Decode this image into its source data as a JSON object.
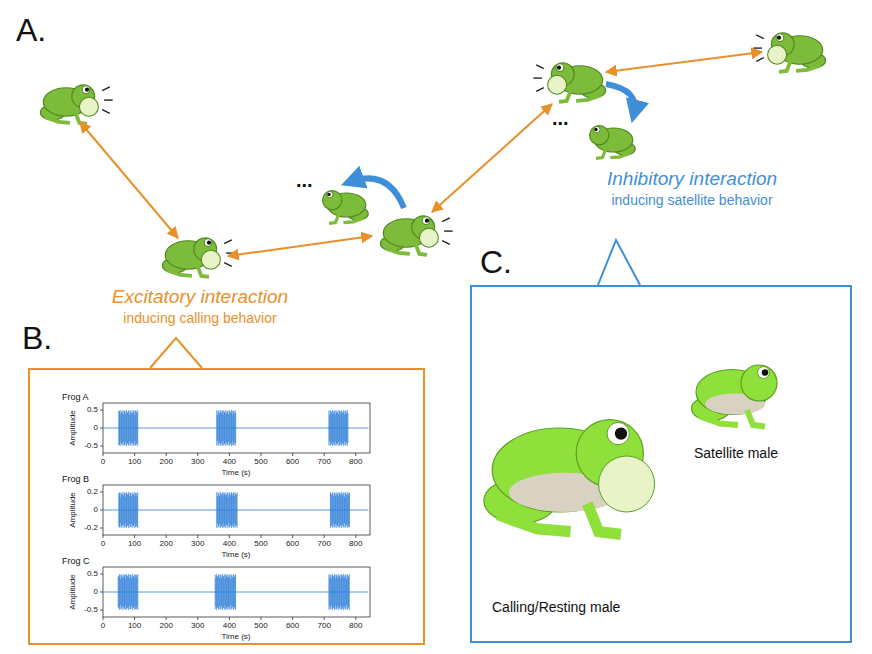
{
  "diagram": {
    "nodes": [
      {
        "text": [
          "Frog A",
          "Frog B",
          "Frog C"
        ]
      },
      {
        "text": [
          "Calling/Resting male",
          "Satellite male"
        ]
      }
    ],
    "labels": [
      "A.",
      "...",
      "...",
      "Excitatory interaction",
      "inducing calling behavior",
      "Inhibitory interaction",
      "inducing satellite behavior",
      "B.",
      "C.",
      "0.5",
      "0",
      "-0.5",
      "0",
      "100",
      "200",
      "300",
      "400",
      "500",
      "600",
      "700",
      "800",
      "Amplitude",
      "Time (s)",
      "0.2",
      "0",
      "-0.2",
      "0",
      "100",
      "200",
      "300",
      "400",
      "500",
      "600",
      "700",
      "800",
      "Amplitude",
      "Time (s)",
      "0.5",
      "0",
      "-0.5",
      "0",
      "100",
      "200",
      "300",
      "400",
      "500",
      "600",
      "700",
      "800",
      "Amplitude",
      "Time (s)"
    ]
  }
}
